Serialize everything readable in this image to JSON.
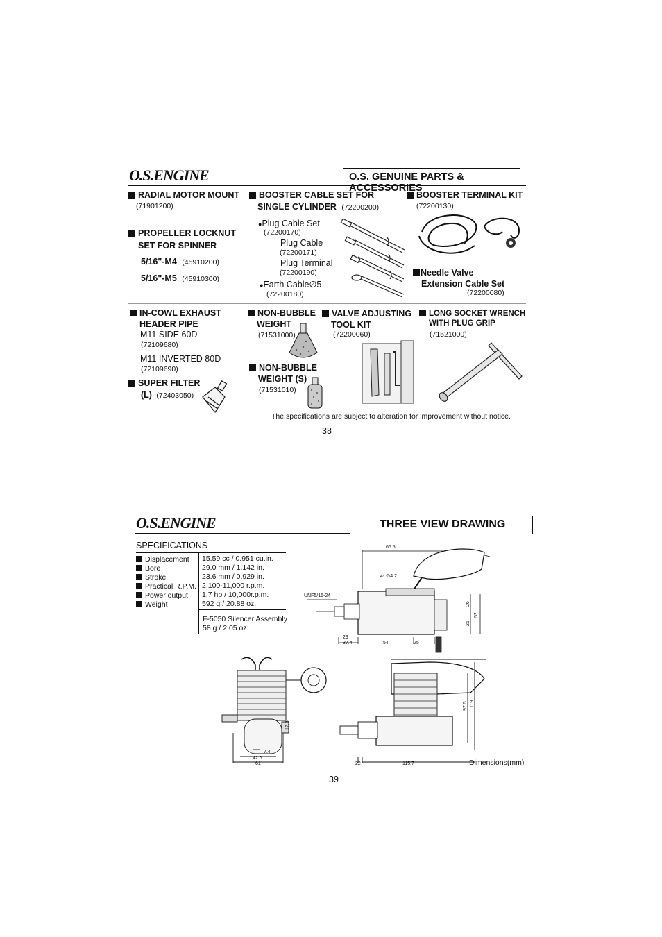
{
  "page38": {
    "brand_logo": "O.S.ENGINE",
    "title": "O.S. GENUINE PARTS & ACCESSORIES",
    "items": {
      "radial_mount": {
        "name": "RADIAL MOTOR MOUNT",
        "code": "(71901200)"
      },
      "prop_locknut": {
        "name_line1": "PROPELLER LOCKNUT",
        "name_line2": "SET FOR SPINNER",
        "variants": [
          {
            "label": "5/16\"-M4",
            "code": "(45910200)"
          },
          {
            "label": "5/16\"-M5",
            "code": "(45910300)"
          }
        ]
      },
      "booster_cable": {
        "name_line1": "BOOSTER CABLE SET FOR",
        "name_line2": "SINGLE CYLINDER",
        "code": "(72200200)",
        "parts": [
          {
            "label": "Plug Cable Set",
            "code": "(72200170)",
            "bullet": "●"
          },
          {
            "label": "Plug Cable",
            "code": "(72200171)",
            "bullet": ""
          },
          {
            "label": "Plug Terminal",
            "code": "(72200190)",
            "bullet": ""
          },
          {
            "label": "Earth Cable∅5",
            "code": "(72200180)",
            "bullet": "●"
          }
        ]
      },
      "booster_terminal": {
        "name": "BOOSTER TERMINAL KIT",
        "code": "(72200130)"
      },
      "needle_valve": {
        "name_line1": "Needle Valve",
        "name_line2": "Extension Cable Set",
        "code": "(72200080)"
      },
      "incowl_exhaust": {
        "name_line1": "IN-COWL EXHAUST",
        "name_line2": "HEADER PIPE",
        "v1_label": "M11 SIDE 60D",
        "v1_code": "(72109680)",
        "v2_label": "M11 INVERTED 80D",
        "v2_code": "(72109690)"
      },
      "super_filter": {
        "name_line1": "SUPER FILTER",
        "name_line2": "(L)",
        "code": "(72403050)"
      },
      "non_bubble": {
        "name_line1": "NON-BUBBLE",
        "name_line2": "WEIGHT",
        "code": "(71531000)"
      },
      "non_bubble_s": {
        "name_line1": "NON-BUBBLE",
        "name_line2": "WEIGHT  (S)",
        "code": "(71531010)"
      },
      "valve_tool": {
        "name_line1": "VALVE ADJUSTING",
        "name_line2": "TOOL KIT",
        "code": "(72200060)"
      },
      "socket_wrench": {
        "name_line1": "LONG SOCKET WRENCH",
        "name_line2": "WITH PLUG GRIP",
        "code": "(71521000)"
      }
    },
    "footnote": "The specifications are subject to alteration for improvement without notice.",
    "page_number": "38"
  },
  "page39": {
    "brand_logo": "O.S.ENGINE",
    "title": "THREE VIEW DRAWING",
    "specs_heading": "SPECIFICATIONS",
    "specs": [
      {
        "label": "Displacement",
        "value": "15.59 cc / 0.951 cu.in."
      },
      {
        "label": "Bore",
        "value": "29.0 mm / 1.142 in."
      },
      {
        "label": "Stroke",
        "value": "23.6 mm / 0.929 in."
      },
      {
        "label": "Practical R.P.M.",
        "value": "2,100-11,000 r.p.m."
      },
      {
        "label": "Power output",
        "value": "1.7 hp / 10,000r.p.m."
      },
      {
        "label": "Weight",
        "value": "592 g / 20.88 oz."
      }
    ],
    "silencer_line1": "F-5050 Silencer Assembly",
    "silencer_line2": "58 g / 2.05 oz.",
    "dims": {
      "top_width": "66.5",
      "holes": "4- ∅4.2",
      "thread": "UNF5/16-24",
      "d29": "29",
      "d374": "37.4",
      "d54": "54",
      "d25": "25",
      "d26a": "26",
      "d26b": "26",
      "d52": "52",
      "d178": "17.8",
      "d74": "7.4",
      "d426": "42.6",
      "d61": "61",
      "d22": "22",
      "d1157": "115.7",
      "d975": "97.5",
      "d119": "119"
    },
    "dimensions_note": "Dimensions(mm)",
    "page_number": "39"
  }
}
